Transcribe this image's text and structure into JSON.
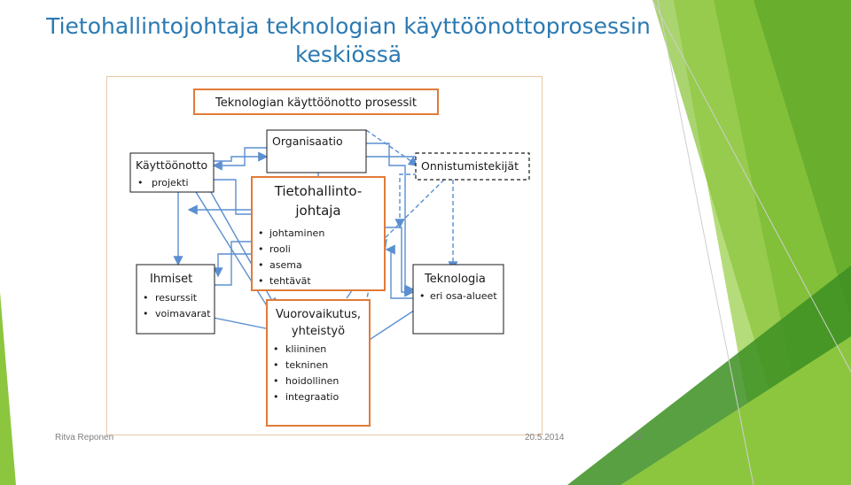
{
  "slide": {
    "title_line1": "Tietohallintojohtaja teknologian käyttöönottoprosessin",
    "title_line2": "keskiössä"
  },
  "diagram": {
    "header": "Teknologian käyttöönotto prosessit",
    "organisaatio": "Organisaatio",
    "onnistumistekijat": "Onnistumistekijät",
    "kayttoonotto": {
      "title": "Käyttöönotto",
      "items": [
        "projekti"
      ]
    },
    "tietohallintojohtaja": {
      "title_line1": "Tietohallinto-",
      "title_line2": "johtaja",
      "items": [
        "johtaminen",
        "rooli",
        "asema",
        "tehtävät"
      ]
    },
    "ihmiset": {
      "title": "Ihmiset",
      "items": [
        "resurssit",
        "voimavarat"
      ]
    },
    "teknologia": {
      "title": "Teknologia",
      "items": [
        "eri osa-alueet"
      ]
    },
    "vuorovaikutus": {
      "title_line1": "Vuorovaikutus,",
      "title_line2": "yhteistyö",
      "items": [
        "kliininen",
        "tekninen",
        "hoidollinen",
        "integraatio"
      ]
    }
  },
  "footer": {
    "author": "Ritva Reponen",
    "date": "20.5.2014",
    "page": "12"
  },
  "colors": {
    "title": "#2b7ab3",
    "orange_border": "#e07b39",
    "arrow_blue": "#5b8fd0",
    "green_dark": "#3c8f22",
    "green_light": "#8cc63f"
  }
}
